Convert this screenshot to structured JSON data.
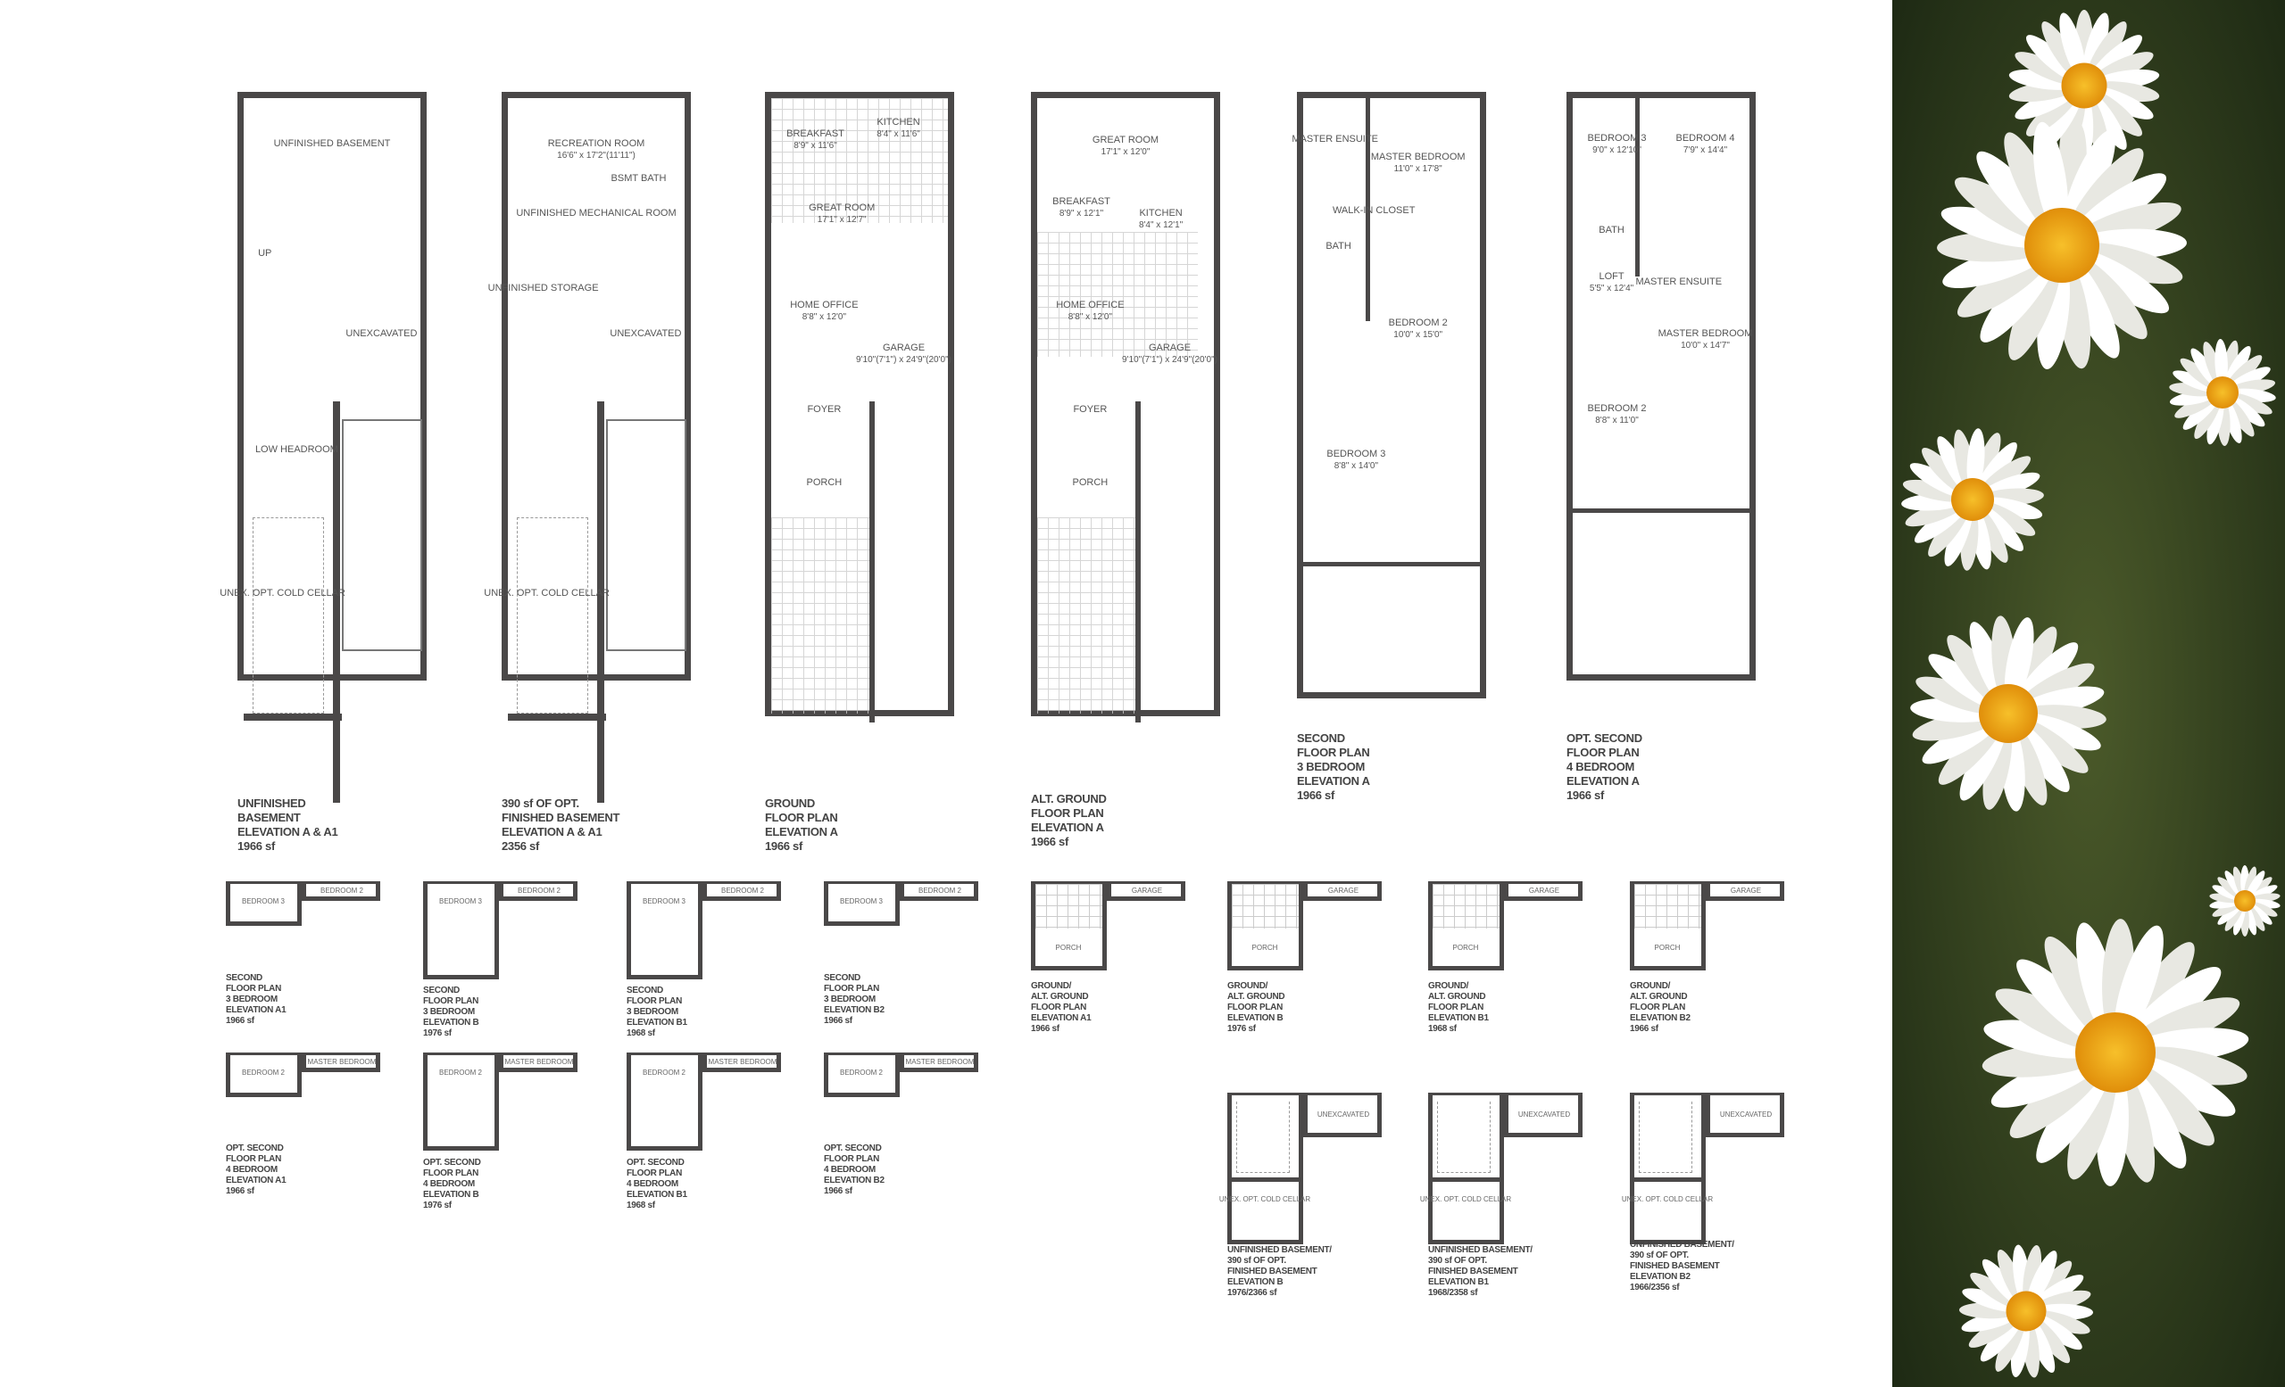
{
  "main_plans": [
    {
      "caption": "UNFINISHED\nBASEMENT\nELEVATION A & A1\n1966 sf",
      "rooms": [
        {
          "label": "UNFINISHED BASEMENT",
          "dims": ""
        },
        {
          "label": "UNEXCAVATED",
          "dims": ""
        },
        {
          "label": "UNEX. OPT. COLD CELLAR",
          "dims": ""
        },
        {
          "label": "UP",
          "dims": ""
        },
        {
          "label": "LOW HEADROOM",
          "dims": ""
        }
      ]
    },
    {
      "caption": "390 sf OF OPT.\nFINISHED BASEMENT\nELEVATION A & A1\n2356 sf",
      "rooms": [
        {
          "label": "RECREATION ROOM",
          "dims": "16'6\" x 17'2\"(11'11\")"
        },
        {
          "label": "BSMT BATH",
          "dims": ""
        },
        {
          "label": "UNFINISHED MECHANICAL ROOM",
          "dims": ""
        },
        {
          "label": "UNFINISHED STORAGE",
          "dims": ""
        },
        {
          "label": "UNEXCAVATED",
          "dims": ""
        },
        {
          "label": "UNEX. OPT. COLD CELLAR",
          "dims": ""
        }
      ]
    },
    {
      "caption": "GROUND\nFLOOR PLAN\nELEVATION A\n1966 sf",
      "rooms": [
        {
          "label": "KITCHEN",
          "dims": "8'4\" x 11'6\""
        },
        {
          "label": "BREAKFAST",
          "dims": "8'9\" x 11'6\""
        },
        {
          "label": "GREAT ROOM",
          "dims": "17'1\" x 12'7\""
        },
        {
          "label": "HOME OFFICE",
          "dims": "8'8\" x 12'0\""
        },
        {
          "label": "GARAGE",
          "dims": "9'10\"(7'1\") x 24'9\"(20'0\")"
        },
        {
          "label": "FOYER",
          "dims": ""
        },
        {
          "label": "PORCH",
          "dims": ""
        }
      ]
    },
    {
      "caption": "ALT. GROUND\nFLOOR PLAN\nELEVATION A\n1966 sf",
      "rooms": [
        {
          "label": "GREAT ROOM",
          "dims": "17'1\" x 12'0\""
        },
        {
          "label": "BREAKFAST",
          "dims": "8'9\" x 12'1\""
        },
        {
          "label": "KITCHEN",
          "dims": "8'4\" x 12'1\""
        },
        {
          "label": "HOME OFFICE",
          "dims": "8'8\" x 12'0\""
        },
        {
          "label": "GARAGE",
          "dims": "9'10\"(7'1\") x 24'9\"(20'0\")"
        },
        {
          "label": "FOYER",
          "dims": ""
        },
        {
          "label": "PORCH",
          "dims": ""
        }
      ]
    },
    {
      "caption": "SECOND\nFLOOR PLAN\n3 BEDROOM\nELEVATION A\n1966 sf",
      "rooms": [
        {
          "label": "MASTER ENSUITE",
          "dims": ""
        },
        {
          "label": "MASTER BEDROOM",
          "dims": "11'0\" x 17'8\""
        },
        {
          "label": "WALK-IN CLOSET",
          "dims": ""
        },
        {
          "label": "BATH",
          "dims": ""
        },
        {
          "label": "BEDROOM 2",
          "dims": "10'0\" x 15'0\""
        },
        {
          "label": "BEDROOM 3",
          "dims": "8'8\" x 14'0\""
        }
      ]
    },
    {
      "caption": "OPT. SECOND\nFLOOR PLAN\n4 BEDROOM\nELEVATION A\n1966 sf",
      "rooms": [
        {
          "label": "BEDROOM 3",
          "dims": "9'0\" x 12'10\""
        },
        {
          "label": "BEDROOM 4",
          "dims": "7'9\" x 14'4\""
        },
        {
          "label": "BATH",
          "dims": ""
        },
        {
          "label": "LOFT",
          "dims": "5'5\" x 12'4\""
        },
        {
          "label": "MASTER ENSUITE",
          "dims": ""
        },
        {
          "label": "MASTER BEDROOM",
          "dims": "10'0\" x 14'7\""
        },
        {
          "label": "BEDROOM 2",
          "dims": "8'8\" x 11'0\""
        }
      ]
    }
  ],
  "mini_plans": [
    {
      "caption": "SECOND\nFLOOR PLAN\n3 BEDROOM\nELEVATION A1\n1966 sf",
      "left": "BEDROOM 3",
      "right": "BEDROOM 2"
    },
    {
      "caption": "SECOND\nFLOOR PLAN\n3 BEDROOM\nELEVATION B\n1976 sf",
      "left": "BEDROOM 3",
      "right": "BEDROOM 2"
    },
    {
      "caption": "SECOND\nFLOOR PLAN\n3 BEDROOM\nELEVATION B1\n1968 sf",
      "left": "BEDROOM 3",
      "right": "BEDROOM 2"
    },
    {
      "caption": "SECOND\nFLOOR PLAN\n3 BEDROOM\nELEVATION B2\n1966 sf",
      "left": "BEDROOM 3",
      "right": "BEDROOM 2"
    },
    {
      "caption": "OPT. SECOND\nFLOOR PLAN\n4 BEDROOM\nELEVATION A1\n1966 sf",
      "left": "BEDROOM 2",
      "right": "MASTER BEDROOM"
    },
    {
      "caption": "OPT. SECOND\nFLOOR PLAN\n4 BEDROOM\nELEVATION B\n1976 sf",
      "left": "BEDROOM 2",
      "right": "MASTER BEDROOM"
    },
    {
      "caption": "OPT. SECOND\nFLOOR PLAN\n4 BEDROOM\nELEVATION B1\n1968 sf",
      "left": "BEDROOM 2",
      "right": "MASTER BEDROOM"
    },
    {
      "caption": "OPT. SECOND\nFLOOR PLAN\n4 BEDROOM\nELEVATION B2\n1966 sf",
      "left": "BEDROOM 2",
      "right": "MASTER BEDROOM"
    },
    {
      "caption": "GROUND/\nALT. GROUND\nFLOOR PLAN\nELEVATION A1\n1966 sf",
      "left": "PORCH",
      "right": "GARAGE"
    },
    {
      "caption": "GROUND/\nALT. GROUND\nFLOOR PLAN\nELEVATION B\n1976 sf",
      "left": "PORCH",
      "right": "GARAGE"
    },
    {
      "caption": "GROUND/\nALT. GROUND\nFLOOR PLAN\nELEVATION B1\n1968 sf",
      "left": "PORCH",
      "right": "GARAGE"
    },
    {
      "caption": "GROUND/\nALT. GROUND\nFLOOR PLAN\nELEVATION B2\n1966 sf",
      "left": "PORCH",
      "right": "GARAGE"
    },
    {
      "caption": "UNFINISHED BASEMENT/\n390 sf OF OPT.\nFINISHED BASEMENT\nELEVATION B\n1976/2366 sf",
      "left": "UNEX. OPT. COLD CELLAR",
      "right": "UNEXCAVATED"
    },
    {
      "caption": "UNFINISHED BASEMENT/\n390 sf OF OPT.\nFINISHED BASEMENT\nELEVATION B1\n1968/2358 sf",
      "left": "UNEX. OPT. COLD CELLAR",
      "right": "UNEXCAVATED"
    },
    {
      "caption": "UNFINISHED BASEMENT/\n390 sf OF OPT.\nFINISHED BASEMENT\nELEVATION B2\n1966/2356 sf",
      "left": "UNEX. OPT. COLD CELLAR",
      "right": "UNEXCAVATED"
    }
  ],
  "colors": {
    "wall": "#4a4848",
    "petal": "#f4f4f0",
    "center": "#f2a516",
    "foliage": "#2d3a1e"
  },
  "photo": {
    "subject": "daisy-flowers"
  }
}
